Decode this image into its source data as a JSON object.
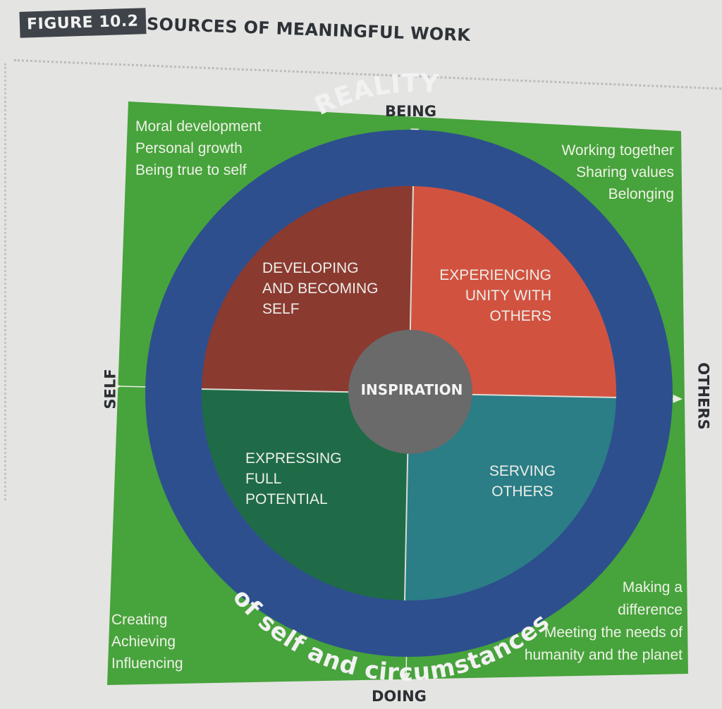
{
  "figure": {
    "tag": "FIGURE 10.2",
    "title": "SOURCES OF MEANINGFUL WORK"
  },
  "axes": {
    "top": "BEING",
    "bottom": "DOING",
    "left": "SELF",
    "right": "OTHERS"
  },
  "ring": {
    "top_text": "REALITY",
    "bottom_text": "of self and circumstances"
  },
  "center": "INSPIRATION",
  "quadrants": {
    "top_left": [
      "DEVELOPING",
      "AND BECOMING",
      "SELF"
    ],
    "top_right": [
      "EXPERIENCING",
      "UNITY WITH",
      "OTHERS"
    ],
    "bottom_left": [
      "EXPRESSING",
      "FULL",
      "POTENTIAL"
    ],
    "bottom_right": [
      "SERVING",
      "OTHERS"
    ]
  },
  "corners": {
    "top_left": [
      "Moral development",
      "Personal growth",
      "Being true to self"
    ],
    "top_right": [
      "Working together",
      "Sharing values",
      "Belonging"
    ],
    "bottom_left": [
      "Creating",
      "Achieving",
      "Influencing"
    ],
    "bottom_right": [
      "Making a",
      "difference",
      "Meeting the needs of",
      "humanity and the planet"
    ]
  },
  "colors": {
    "background_square": "#47a33c",
    "ring": "#2d4f8e",
    "quadrant_top_left": "#8b3a30",
    "quadrant_top_right": "#d25240",
    "quadrant_bottom_left": "#1f6b47",
    "quadrant_bottom_right": "#2b7d86",
    "center_circle": "#6a6a6a"
  }
}
